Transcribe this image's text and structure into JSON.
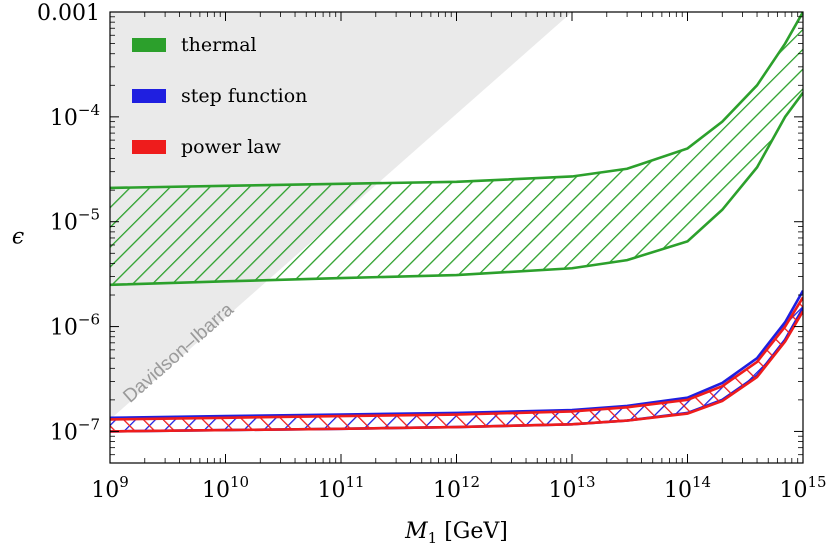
{
  "chart_data": {
    "type": "area",
    "title": "",
    "xlabel": "M",
    "xlabel_sub": "1",
    "xlabel_unit": "[GeV]",
    "ylabel": "ϵ",
    "x_scale": "log",
    "y_scale": "log",
    "xlim": [
      1000000000.0,
      1000000000000000.0
    ],
    "ylim": [
      5e-08,
      0.001
    ],
    "x_ticks": [
      {
        "value": 1000000000.0,
        "base": "10",
        "exp": "9"
      },
      {
        "value": 10000000000.0,
        "base": "10",
        "exp": "10"
      },
      {
        "value": 100000000000.0,
        "base": "10",
        "exp": "11"
      },
      {
        "value": 1000000000000.0,
        "base": "10",
        "exp": "12"
      },
      {
        "value": 10000000000000.0,
        "base": "10",
        "exp": "13"
      },
      {
        "value": 100000000000000.0,
        "base": "10",
        "exp": "14"
      },
      {
        "value": 1000000000000000.0,
        "base": "10",
        "exp": "15"
      }
    ],
    "y_ticks": [
      {
        "value": 1e-07,
        "base": "10",
        "exp": "−7"
      },
      {
        "value": 1e-06,
        "base": "10",
        "exp": "−6"
      },
      {
        "value": 1e-05,
        "base": "10",
        "exp": "−5"
      },
      {
        "value": 0.0001,
        "base": "10",
        "exp": "−4"
      },
      {
        "value": 0.001,
        "base": "0.001",
        "exp": ""
      }
    ],
    "legend_position": "top-left",
    "grid": false,
    "region": {
      "name": "Davidson–Ibarra",
      "color": "#e8e8e8",
      "boundary": [
        [
          1000000000.0,
          1.3e-07
        ],
        [
          10000000000000.0,
          0.001
        ]
      ]
    },
    "series": [
      {
        "name": "thermal",
        "color": "#2ca02c",
        "hatch": "diagonal",
        "x": [
          1000000000.0,
          10000000000.0,
          100000000000.0,
          1000000000000.0,
          10000000000000.0,
          30000000000000.0,
          100000000000000.0,
          200000000000000.0,
          400000000000000.0,
          700000000000000.0,
          1000000000000000.0
        ],
        "upper": [
          2.1e-05,
          2.2e-05,
          2.3e-05,
          2.4e-05,
          2.7e-05,
          3.2e-05,
          5e-05,
          9e-05,
          0.0002,
          0.0005,
          0.001
        ],
        "lower": [
          2.5e-06,
          2.7e-06,
          2.9e-06,
          3.1e-06,
          3.6e-06,
          4.3e-06,
          6.5e-06,
          1.3e-05,
          3.3e-05,
          0.0001,
          0.00017
        ]
      },
      {
        "name": "step function",
        "color": "#1f1fe0",
        "hatch": "diagonal",
        "x": [
          1000000000.0,
          10000000000.0,
          100000000000.0,
          1000000000000.0,
          10000000000000.0,
          30000000000000.0,
          100000000000000.0,
          200000000000000.0,
          400000000000000.0,
          700000000000000.0,
          1000000000000000.0
        ],
        "upper": [
          1.35e-07,
          1.4e-07,
          1.45e-07,
          1.5e-07,
          1.6e-07,
          1.75e-07,
          2.1e-07,
          2.9e-07,
          5e-07,
          1.1e-06,
          2.2e-06
        ],
        "lower": [
          1e-07,
          1.03e-07,
          1.06e-07,
          1.1e-07,
          1.17e-07,
          1.27e-07,
          1.5e-07,
          2e-07,
          3.4e-07,
          7.5e-07,
          1.5e-06
        ]
      },
      {
        "name": "power law",
        "color": "#ee1c1c",
        "hatch": "diagonal-reverse",
        "x": [
          1000000000.0,
          10000000000.0,
          100000000000.0,
          1000000000000.0,
          10000000000000.0,
          30000000000000.0,
          100000000000000.0,
          200000000000000.0,
          400000000000000.0,
          700000000000000.0,
          1000000000000000.0
        ],
        "upper": [
          1.3e-07,
          1.35e-07,
          1.4e-07,
          1.45e-07,
          1.55e-07,
          1.7e-07,
          2e-07,
          2.7e-07,
          4.6e-07,
          1e-06,
          1.9e-06
        ],
        "lower": [
          1e-07,
          1.03e-07,
          1.06e-07,
          1.1e-07,
          1.17e-07,
          1.27e-07,
          1.48e-07,
          1.95e-07,
          3.3e-07,
          7.2e-07,
          1.4e-06
        ]
      }
    ]
  }
}
